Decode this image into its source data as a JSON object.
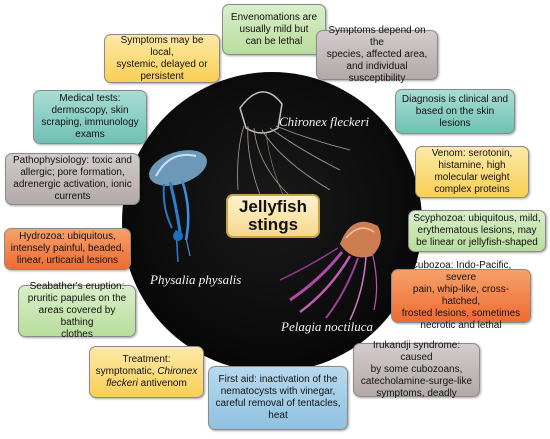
{
  "title": {
    "line1": "Jellyfish",
    "line2": "stings"
  },
  "species": {
    "chironex": "Chironex fleckeri",
    "physalia": "Physalia physalis",
    "pelagia": "Pelagia noctiluca"
  },
  "boxes": {
    "envenomations": [
      "Envenomations are",
      "usually mild but",
      "can be lethal"
    ],
    "symptoms_depend": [
      "Symptoms depend on the",
      "species, affected area,",
      "and individual",
      "susceptibility"
    ],
    "symptoms_local": [
      "Symptoms may be local,",
      "systemic, delayed or",
      "persistent"
    ],
    "diagnosis": [
      "Diagnosis is clinical and",
      "based on the skin",
      "lesions"
    ],
    "medical_tests": [
      "Medical tests:",
      "dermoscopy, skin",
      "scraping, immunology",
      "exams"
    ],
    "venom": [
      "Venom: serotonin,",
      "histamine, high",
      "molecular weight",
      "complex proteins"
    ],
    "pathophysiology": [
      "Pathophysiology: toxic and",
      "allergic; pore formation,",
      "adrenergic activation, ionic",
      "currents"
    ],
    "scyphozoa": [
      "Scyphozoa: ubiquitous, mild,",
      "erythematous lesions, may",
      "be linear or jellyfish-shaped"
    ],
    "hydrozoa": [
      "Hydrozoa: ubiquitous,",
      "intensely painful, beaded,",
      "linear, urticarial lesions"
    ],
    "cubozoa": [
      "Cubozoa: Indo-Pacific, severe",
      "pain, whip-like, cross-hatched,",
      "frosted lesions, sometimes",
      "necrotic and lethal"
    ],
    "seabather": [
      "Seabather's eruption:",
      "pruritic papules on the",
      "areas covered by bathing",
      "clothes"
    ],
    "irukandji": [
      "Irukandji syndrome: caused",
      "by some cubozoans,",
      "catecholamine-surge-like",
      "symptoms, deadly"
    ],
    "treatment": {
      "line1": "Treatment:",
      "line2": "symptomatic,",
      "line3_italic": "Chironex",
      "line4_italic": "fleckeri",
      "line4_rest": " antivenom"
    },
    "first_aid": [
      "First aid: inactivation of the",
      "nematocysts with vinegar,",
      "careful removal of tentacles,",
      "heat"
    ]
  }
}
